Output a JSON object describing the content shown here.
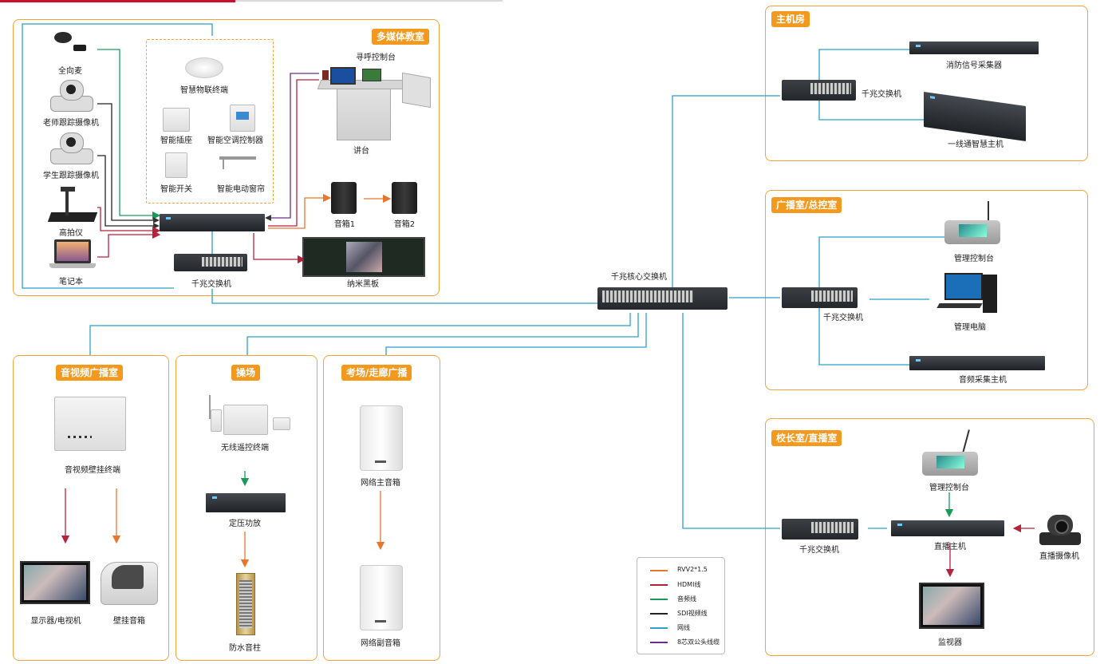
{
  "panels": {
    "classroom": "多媒体教室",
    "server_room": "主机房",
    "broadcast_control": "广播室/总控室",
    "principal_live": "校长室/直播室",
    "av_broadcast": "音视频广播室",
    "playground": "操场",
    "exam_corridor": "考场/走廊广播"
  },
  "classroom": {
    "mic": "全向麦",
    "teacher_cam": "老师跟踪摄像机",
    "student_cam": "学生跟踪摄像机",
    "visualizer": "高拍仪",
    "laptop": "笔记本",
    "iot_terminal": "智慧物联终端",
    "smart_socket": "智能插座",
    "smart_ac": "智能空调控制器",
    "smart_switch": "智能开关",
    "smart_curtain": "智能电动窗帘",
    "paging_console": "寻呼控制台",
    "podium": "讲台",
    "speaker1": "音箱1",
    "speaker2": "音箱2",
    "nano_board": "纳米黑板",
    "gigabit_switch": "千兆交换机"
  },
  "core_switch": "千兆核心交换机",
  "server_room": {
    "fire_collector": "消防信号采集器",
    "gigabit_switch": "千兆交换机",
    "smart_host": "一线通智慧主机"
  },
  "broadcast_control": {
    "console": "管理控制台",
    "gigabit_switch": "千兆交换机",
    "pc": "管理电脑",
    "audio_host": "音频采集主机"
  },
  "principal_live": {
    "console": "管理控制台",
    "gigabit_switch": "千兆交换机",
    "live_host": "直播主机",
    "live_cam": "直播摄像机",
    "monitor": "监视器"
  },
  "av_broadcast": {
    "wall_terminal": "音视频壁挂终端",
    "display": "显示器/电视机",
    "wall_speaker": "壁挂音箱"
  },
  "playground": {
    "wireless_remote": "无线遥控终端",
    "amplifier": "定压功放",
    "column_speaker": "防水音柱"
  },
  "exam_corridor": {
    "main_speaker": "网络主音箱",
    "sub_speaker": "网络副音箱"
  },
  "legend": [
    {
      "label": "RVV2*1.5",
      "color": "#e8772e"
    },
    {
      "label": "HDMI线",
      "color": "#b5223c"
    },
    {
      "label": "音频线",
      "color": "#1a9a5a"
    },
    {
      "label": "SDI视频线",
      "color": "#222222"
    },
    {
      "label": "网线",
      "color": "#2aa2c8"
    },
    {
      "label": "8芯双公头线缆",
      "color": "#6a2c8e"
    }
  ],
  "colors": {
    "accent": "#f39a1e",
    "network": "#2aa2c8",
    "hdmi": "#b5223c",
    "audio": "#1a9a5a",
    "rvv": "#e8772e",
    "sdi": "#222222",
    "cable8": "#6a2c8e"
  }
}
